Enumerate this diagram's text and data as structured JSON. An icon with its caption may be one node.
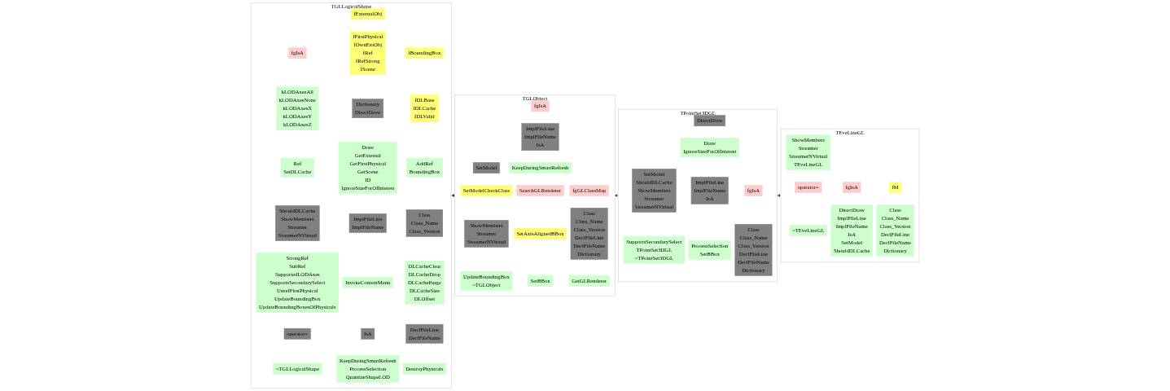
{
  "diagram": {
    "nodes": [
      {
        "text": [
          "TGLLogicalShape"
        ]
      },
      {
        "text": [
          "fgIsA"
        ],
        "in": 0
      },
      {
        "text": [
          "kLODAxesAll",
          "kLODAxesNone",
          "kLODAxesX",
          "kLODAxesY",
          "kLODAxesZ"
        ],
        "in": 0
      },
      {
        "text": [
          "Ref",
          "SetDLCache"
        ],
        "in": 0
      },
      {
        "text": [
          "ShouldDLCache",
          "ShowMembers",
          "Streamer",
          "StreamerNVirtual"
        ],
        "in": 0
      },
      {
        "text": [
          "StrongRef",
          "SubRef",
          "SupportedLODAxes",
          "SupportsSecondarySelect",
          "UnrefFirstPhysical",
          "UpdateBoundingBox",
          "UpdateBoundingBoxesOfPhysicals"
        ],
        "in": 0
      },
      {
        "text": [
          "operator="
        ],
        "in": 0
      },
      {
        "text": [
          "~TGLLogicalShape"
        ],
        "in": 0
      },
      {
        "text": [
          "fExternalObj"
        ],
        "in": 0
      },
      {
        "text": [
          "fFirstPhysical",
          "fOwnExtObj",
          "fRef",
          "fRefStrong",
          "fScene"
        ],
        "in": 0
      },
      {
        "text": [
          "Dictionary",
          "DirectDraw"
        ],
        "in": 0
      },
      {
        "text": [
          "Draw",
          "GetExternal",
          "GetFirstPhysical",
          "GetScene",
          "ID",
          "IgnoreSizeForOfInterest"
        ],
        "in": 0
      },
      {
        "text": [
          "ImplFileLine",
          "ImplFileName"
        ],
        "in": 0
      },
      {
        "text": [
          "InvokeContextMenu"
        ],
        "in": 0
      },
      {
        "text": [
          "IsA"
        ],
        "in": 0
      },
      {
        "text": [
          "KeepDuringSmartRefresh",
          "ProcessSelection",
          "QuantizeShapeLOD"
        ],
        "in": 0
      },
      {
        "text": [
          "fBoundingBox"
        ],
        "in": 0
      },
      {
        "text": [
          "fDLBase",
          "fDLCache",
          "fDLValid"
        ],
        "in": 0
      },
      {
        "text": [
          "AddRef",
          "BoundingBox"
        ],
        "in": 0
      },
      {
        "text": [
          "Class",
          "Class_Name",
          "Class_Version"
        ],
        "in": 0
      },
      {
        "text": [
          "DLCacheClear",
          "DLCacheDrop",
          "DLCachePurge",
          "DLCacheSize",
          "DLOffset"
        ],
        "in": 0
      },
      {
        "text": [
          "DeclFileLine",
          "DeclFileName"
        ],
        "in": 0
      },
      {
        "text": [
          "DestroyPhysicals"
        ],
        "in": 0
      },
      {
        "text": [
          "TGLObject"
        ]
      },
      {
        "text": [
          "SetModel"
        ],
        "in": 23
      },
      {
        "text": [
          "SetModelCheckClass"
        ],
        "in": 23
      },
      {
        "text": [
          "ShowMembers",
          "Streamer",
          "StreamerNVirtual"
        ],
        "in": 23
      },
      {
        "text": [
          "UpdateBoundingBox",
          "~TGLObject"
        ],
        "in": 23
      },
      {
        "text": [
          "fgIsA"
        ],
        "in": 23
      },
      {
        "text": [
          "ImplFileLine",
          "ImplFileName",
          "IsA"
        ],
        "in": 23
      },
      {
        "text": [
          "KeepDuringSmartRefresh"
        ],
        "in": 23
      },
      {
        "text": [
          "SearchGLRenderer"
        ],
        "in": 23
      },
      {
        "text": [
          "SetAxisAlignedBBox"
        ],
        "in": 23
      },
      {
        "text": [
          "SetBBox"
        ],
        "in": 23
      },
      {
        "text": [
          "fgGLClassMap"
        ],
        "in": 23
      },
      {
        "text": [
          "Class",
          "Class_Name",
          "Class_Version",
          "DeclFileLine",
          "DeclFileName",
          "Dictionary"
        ],
        "in": 23
      },
      {
        "text": [
          "GetGLRenderer"
        ],
        "in": 23
      },
      {
        "text": [
          "TPointSet3DGL"
        ]
      },
      {
        "text": [
          "SetModel",
          "ShouldDLCache",
          "ShowMembers",
          "Streamer",
          "StreamerNVirtual"
        ],
        "in": 37
      },
      {
        "text": [
          "SupportsSecondarySelect",
          "TPointSet3DGL",
          "~TPointSet3DGL"
        ],
        "in": 37
      },
      {
        "text": [
          "DirectDraw"
        ],
        "in": 37
      },
      {
        "text": [
          "Draw",
          "IgnoreSizeForOfInterest"
        ],
        "in": 37
      },
      {
        "text": [
          "ImplFileLine",
          "ImplFileName",
          "IsA"
        ],
        "in": 37
      },
      {
        "text": [
          "ProcessSelection",
          "SetBBox"
        ],
        "in": 37
      },
      {
        "text": [
          "fgIsA"
        ],
        "in": 37
      },
      {
        "text": [
          "Class",
          "Class_Name",
          "Class_Version",
          "DeclFileLine",
          "DeclFileName",
          "Dictionary"
        ],
        "in": 37
      },
      {
        "text": [
          "TEveLineGL"
        ]
      },
      {
        "text": [
          "ShowMembers",
          "Streamer",
          "StreamerNVirtual",
          "TEveLineGL"
        ],
        "in": 46
      },
      {
        "text": [
          "operator="
        ],
        "in": 46
      },
      {
        "text": [
          "~TEveLineGL"
        ],
        "in": 46
      },
      {
        "text": [
          "fgIsA"
        ],
        "in": 46
      },
      {
        "text": [
          "DirectDraw",
          "ImplFileLine",
          "ImplFileName",
          "IsA",
          "SetModel",
          "ShouldDLCache"
        ],
        "in": 46
      },
      {
        "text": [
          "fM"
        ],
        "in": 46
      },
      {
        "text": [
          "Class",
          "Class_Name",
          "Class_Version",
          "DeclFileLine",
          "DeclFileName",
          "Dictionary"
        ],
        "in": 46
      }
    ],
    "edges": [
      {
        "from": 23,
        "to": 0,
        "arrow": "to"
      },
      {
        "from": 37,
        "to": 23,
        "arrow": "to"
      },
      {
        "from": 46,
        "to": 37,
        "arrow": "to"
      }
    ]
  }
}
